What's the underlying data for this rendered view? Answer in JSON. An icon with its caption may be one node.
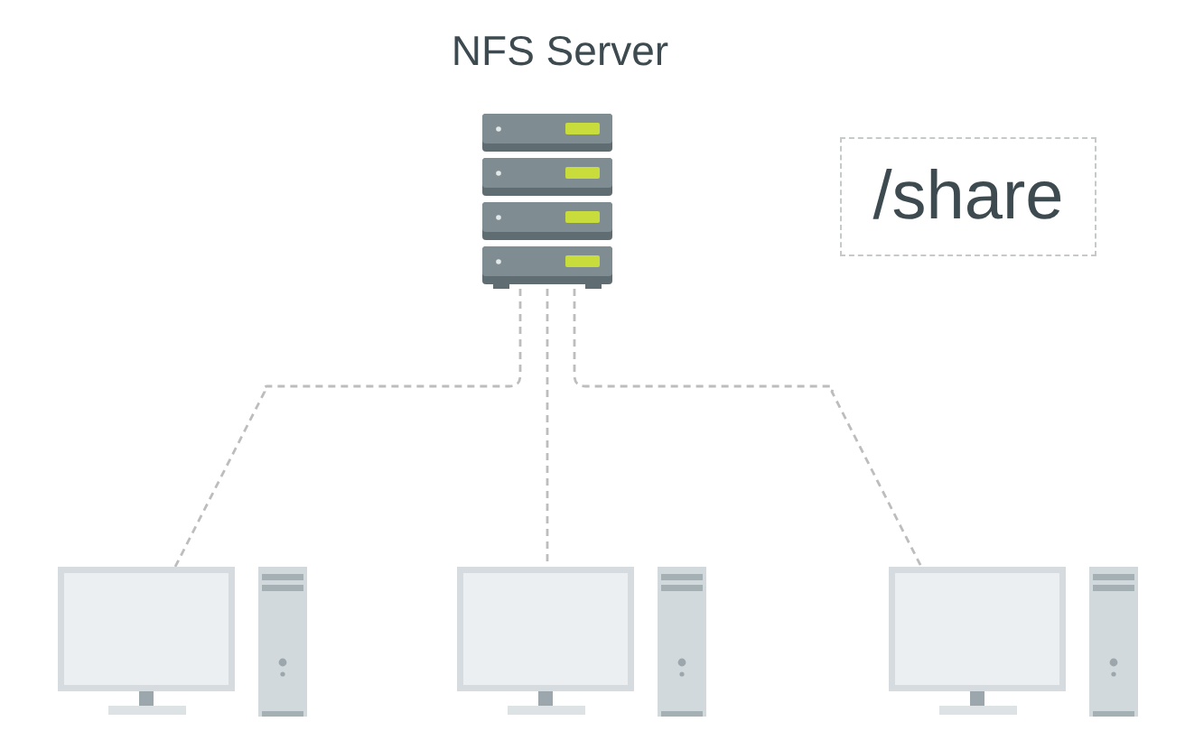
{
  "diagram": {
    "nodes": [
      {
        "text": [
          "NFS Server"
        ]
      },
      {
        "text": [
          "/share"
        ]
      },
      {
        "text": [],
        "shape": "picture"
      },
      {
        "text": [],
        "shape": "picture"
      },
      {
        "text": [],
        "shape": "picture"
      }
    ],
    "edges": [
      {
        "from": 0,
        "to": 2,
        "arrow": "none",
        "style": "dashed"
      },
      {
        "from": 0,
        "to": 3,
        "arrow": "none",
        "style": "dashed"
      },
      {
        "from": 0,
        "to": 4,
        "arrow": "none",
        "style": "dashed"
      }
    ]
  }
}
